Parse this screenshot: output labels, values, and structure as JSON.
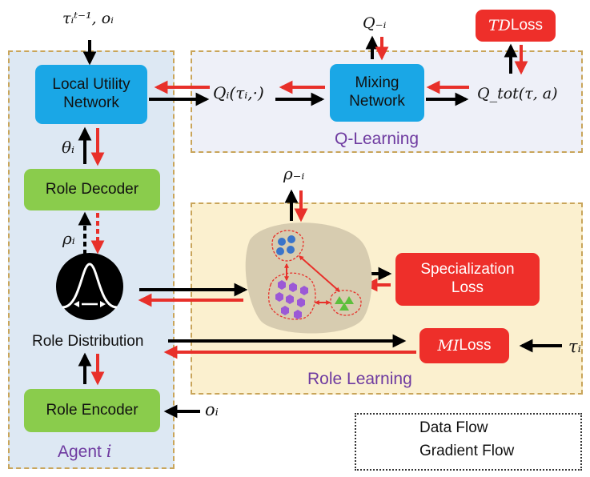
{
  "agent": {
    "panel_label_prefix": "Agent ",
    "panel_label_var": "i",
    "input_top": "τᵢᵗ⁻¹, oᵢ",
    "local_utility": "Local Utility Network",
    "theta": "θᵢ",
    "role_decoder": "Role Decoder",
    "rho": "ρᵢ",
    "role_distribution": "Role Distribution",
    "role_encoder": "Role Encoder",
    "o_input": "oᵢ"
  },
  "q_learning": {
    "title": "Q-Learning",
    "q_i": "Qᵢ(τᵢ,·)",
    "mixing": "Mixing Network",
    "q_minus_i": "Q₋ᵢ",
    "q_tot": "Q_tot(τ, a)",
    "td_loss_var": "TD",
    "td_loss_text": " Loss"
  },
  "role_learning": {
    "title": "Role Learning",
    "rho_minus_i": "ρ₋ᵢ",
    "specialization_loss": "Specialization Loss",
    "mi_loss_var": "MI",
    "mi_loss_text": " Loss",
    "tau_input": "τᵢ"
  },
  "legend": {
    "data_flow": "Data Flow",
    "gradient_flow": "Gradient Flow"
  },
  "colors": {
    "data_arrow": "#000000",
    "gradient_arrow": "#e8302a",
    "blue_box": "#1aa7e6",
    "green_box": "#8acc4c",
    "red_box": "#ee2f2a",
    "section_title": "#6e3aa0"
  }
}
